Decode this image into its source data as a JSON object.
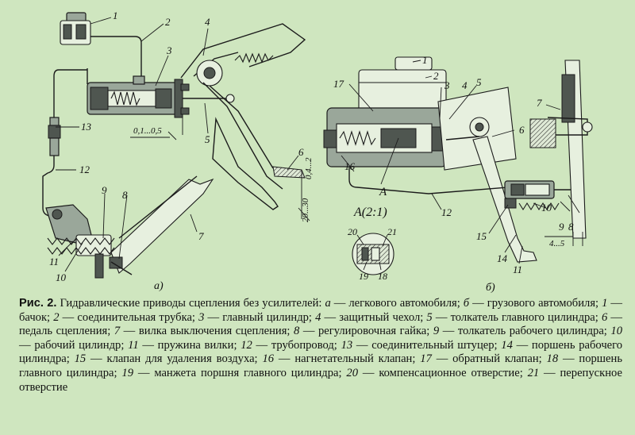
{
  "callouts_a": [
    "1",
    "2",
    "3",
    "4",
    "5",
    "6",
    "7",
    "8",
    "9",
    "10",
    "11",
    "12",
    "13"
  ],
  "callouts_b": [
    "1",
    "2",
    "3",
    "4",
    "5",
    "6",
    "7",
    "8",
    "9",
    "10",
    "11",
    "12",
    "14",
    "15",
    "16",
    "17"
  ],
  "detail_callouts": [
    "18",
    "19",
    "20",
    "21"
  ],
  "dimensions": {
    "a_gap": "0,1...0,5",
    "a_pedal_free": "0,4...2",
    "a_pedal_travel": "20...30",
    "b_gap": "4...5"
  },
  "section_marker": "A",
  "detail_title": "A(2:1)",
  "subfigure_labels": {
    "a": "а)",
    "b": "б)"
  },
  "caption": {
    "label": "Рис. 2.",
    "title": "Гидравлические приводы сцепления без усилителей:",
    "items": [
      {
        "key": "а",
        "text": "легкового автомобиля;"
      },
      {
        "key": "б",
        "text": "грузового автомобиля;"
      },
      {
        "key": "1",
        "text": "бачок;"
      },
      {
        "key": "2",
        "text": "соединительная трубка;"
      },
      {
        "key": "3",
        "text": "главный цилиндр;"
      },
      {
        "key": "4",
        "text": "защитный чехол;"
      },
      {
        "key": "5",
        "text": "толкатель главного цилиндра;"
      },
      {
        "key": "6",
        "text": "педаль сцепления;"
      },
      {
        "key": "7",
        "text": "вилка выключения сцепления;"
      },
      {
        "key": "8",
        "text": "регулировочная гайка;"
      },
      {
        "key": "9",
        "text": "толкатель рабочего цилиндра;"
      },
      {
        "key": "10",
        "text": "рабочий цилиндр;"
      },
      {
        "key": "11",
        "text": "пружина вилки;"
      },
      {
        "key": "12",
        "text": "трубопровод;"
      },
      {
        "key": "13",
        "text": "соединительный штуцер;"
      },
      {
        "key": "14",
        "text": "поршень рабочего цилиндра;"
      },
      {
        "key": "15",
        "text": "клапан для удаления воздуха;"
      },
      {
        "key": "16",
        "text": "нагнетательный клапан;"
      },
      {
        "key": "17",
        "text": "обратный клапан;"
      },
      {
        "key": "18",
        "text": "поршень главного цилиндра;"
      },
      {
        "key": "19",
        "text": "манжета поршня главного цилиндра;"
      },
      {
        "key": "20",
        "text": "компенсационное отверстие;"
      },
      {
        "key": "21",
        "text": "перепускное отверстие"
      }
    ]
  }
}
